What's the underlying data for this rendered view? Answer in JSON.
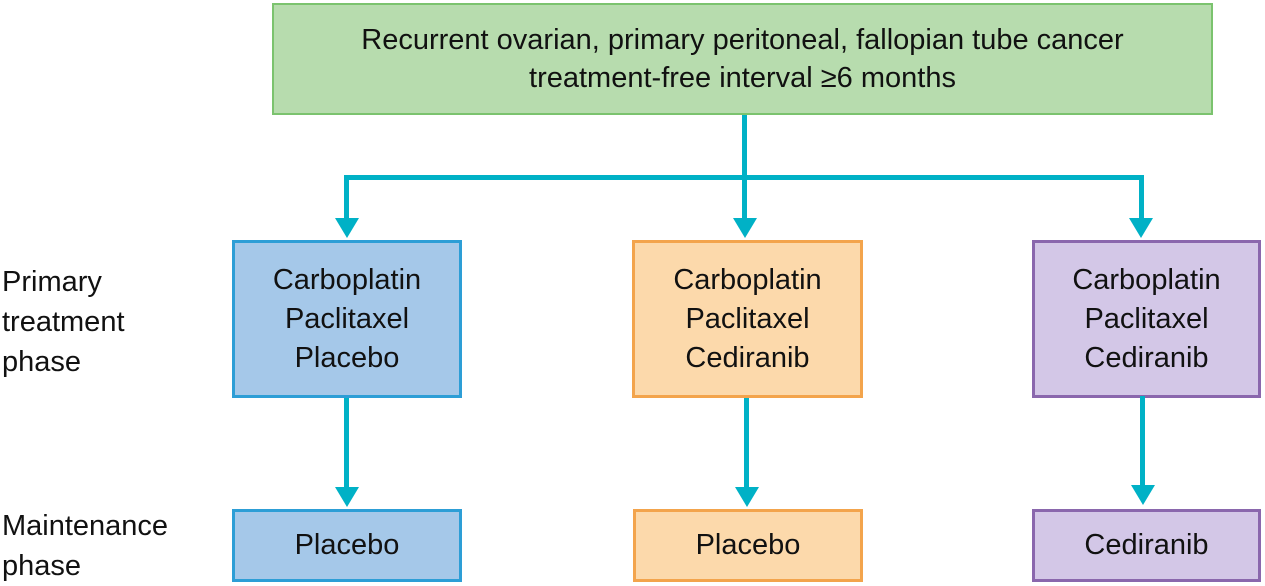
{
  "header": {
    "line1": "Recurrent ovarian, primary peritoneal, fallopian tube cancer",
    "line2": "treatment-free interval ≥6 months"
  },
  "phase_labels": {
    "primary": [
      "Primary",
      "treatment",
      "phase"
    ],
    "maintenance": [
      "Maintenance",
      "phase"
    ]
  },
  "arms": [
    {
      "primary_lines": [
        "Carboplatin",
        "Paclitaxel",
        "Placebo"
      ],
      "maintenance": "Placebo"
    },
    {
      "primary_lines": [
        "Carboplatin",
        "Paclitaxel",
        "Cediranib"
      ],
      "maintenance": "Placebo"
    },
    {
      "primary_lines": [
        "Carboplatin",
        "Paclitaxel",
        "Cediranib"
      ],
      "maintenance": "Cediranib"
    }
  ],
  "colors": {
    "arrow": "#00b1c6",
    "header-fill": "#b7dcae",
    "header-border": "#7bc36e",
    "arm1-fill": "#a5c8e9",
    "arm1-border": "#2d9ed6",
    "arm2-fill": "#fcd9ab",
    "arm2-border": "#f3a44c",
    "arm3-fill": "#d3c7e7",
    "arm3-border": "#8a67ad",
    "text": "#111111"
  }
}
